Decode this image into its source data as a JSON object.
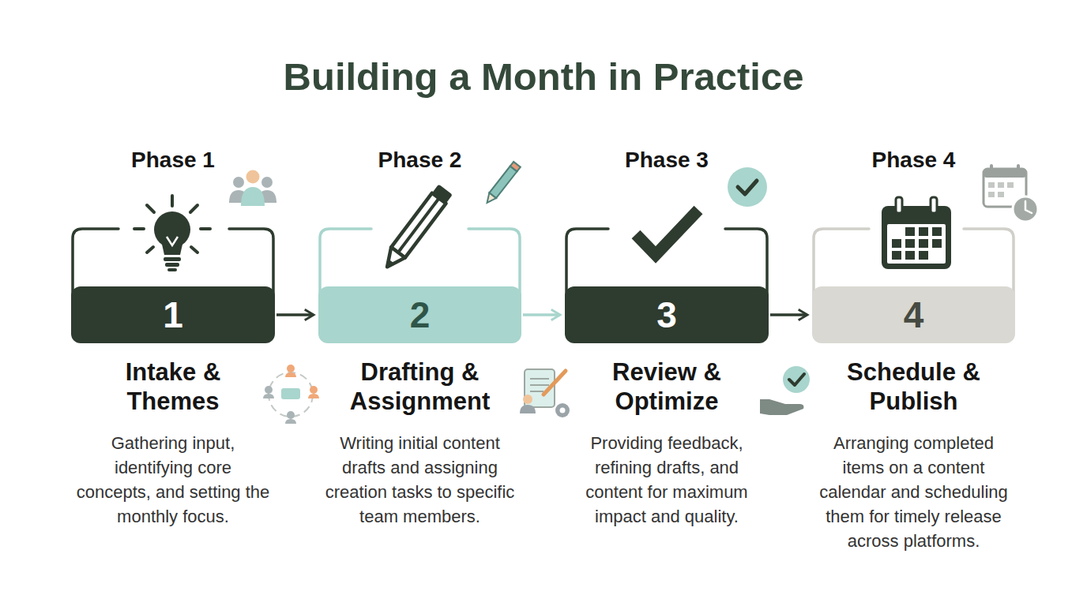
{
  "diagram": {
    "title": "Building a Month in Practice",
    "nodes": [
      {
        "text": [
          "Phase 1",
          "1",
          "Intake & Themes",
          "Gathering input, identifying core concepts, and setting the monthly focus."
        ]
      },
      {
        "text": [
          "Phase 2",
          "2",
          "Drafting & Assignment",
          "Writing initial content drafts and assigning creation tasks to specific team members."
        ]
      },
      {
        "text": [
          "Phase 3",
          "3",
          "Review & Optimize",
          "Providing feedback, refining drafts, and content for maximum impact and quality."
        ]
      },
      {
        "text": [
          "Phase 4",
          "4",
          "Schedule & Publish",
          "Arranging completed items on a content calendar and scheduling them for timely release across platforms."
        ]
      }
    ],
    "edges": [
      {
        "from": 0,
        "to": 1,
        "arrow": "to"
      },
      {
        "from": 1,
        "to": 2,
        "arrow": "to"
      },
      {
        "from": 2,
        "to": 3,
        "arrow": "to"
      }
    ]
  }
}
